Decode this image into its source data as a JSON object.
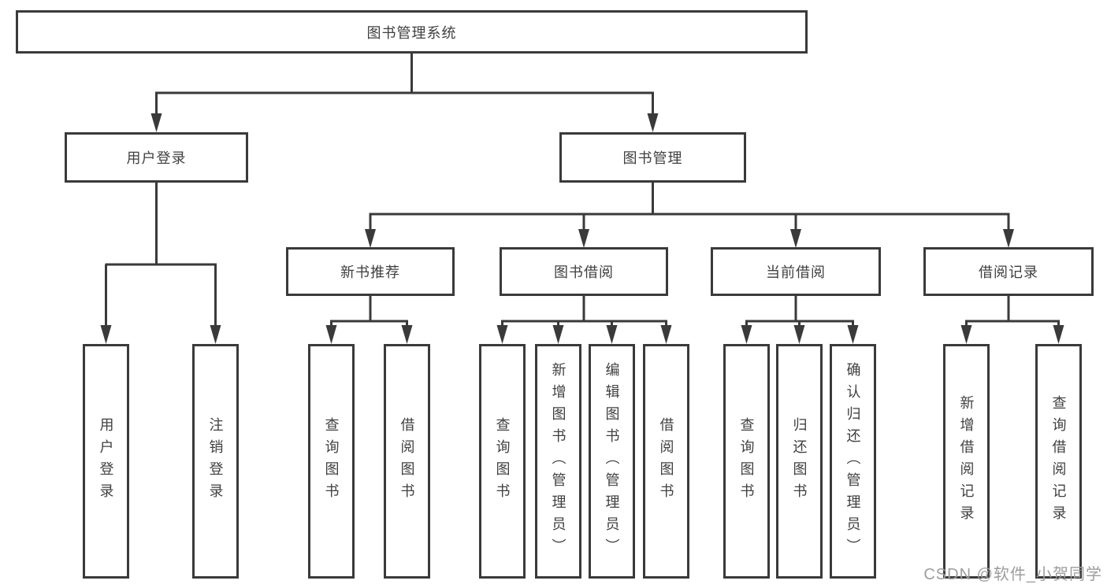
{
  "diagram": {
    "root": {
      "label": "图书管理系统"
    },
    "children": [
      {
        "label": "用户登录",
        "children": [
          {
            "label": "用户登录"
          },
          {
            "label": "注销登录"
          }
        ]
      },
      {
        "label": "图书管理",
        "children": [
          {
            "label": "新书推荐",
            "children": [
              {
                "label": "查询图书"
              },
              {
                "label": "借阅图书"
              }
            ]
          },
          {
            "label": "图书借阅",
            "children": [
              {
                "label": "查询图书"
              },
              {
                "label": "新增图书（管理员）"
              },
              {
                "label": "编辑图书（管理员）"
              },
              {
                "label": "借阅图书"
              }
            ]
          },
          {
            "label": "当前借阅",
            "children": [
              {
                "label": "查询图书"
              },
              {
                "label": "归还图书"
              },
              {
                "label": "确认归还（管理员）"
              }
            ]
          },
          {
            "label": "借阅记录",
            "children": [
              {
                "label": "新增借阅记录"
              },
              {
                "label": "查询借阅记录"
              }
            ]
          }
        ]
      }
    ]
  },
  "watermark": {
    "text": "CSDN @软件_小贺同学"
  },
  "colors": {
    "line": "#3a3a3a",
    "text": "#404040",
    "watermark": "#9d9d9d",
    "background": "#ffffff"
  }
}
